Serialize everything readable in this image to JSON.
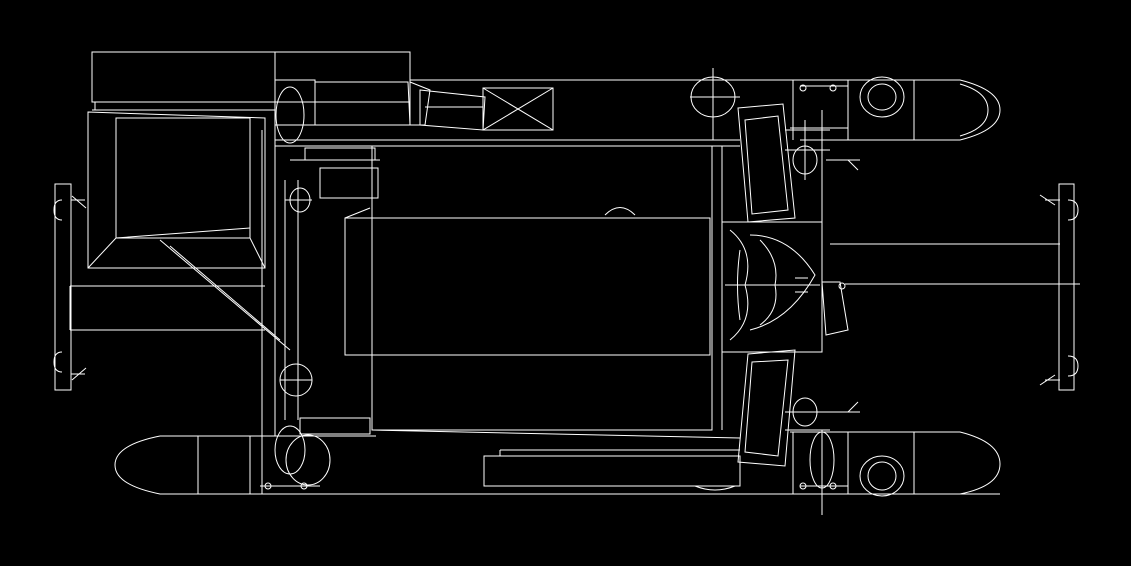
{
  "canvas": {
    "background": "#000000",
    "line_color": "#ffffff"
  },
  "components": [
    "left-hull",
    "right-hull",
    "left-transom",
    "right-transom",
    "main-cabin",
    "aft-deckhouse",
    "helm-pod",
    "upper-rudder-box",
    "lower-rudder-box",
    "bow-compartment",
    "lower-long-box",
    "crossbar-upper",
    "crossbar-lower"
  ]
}
